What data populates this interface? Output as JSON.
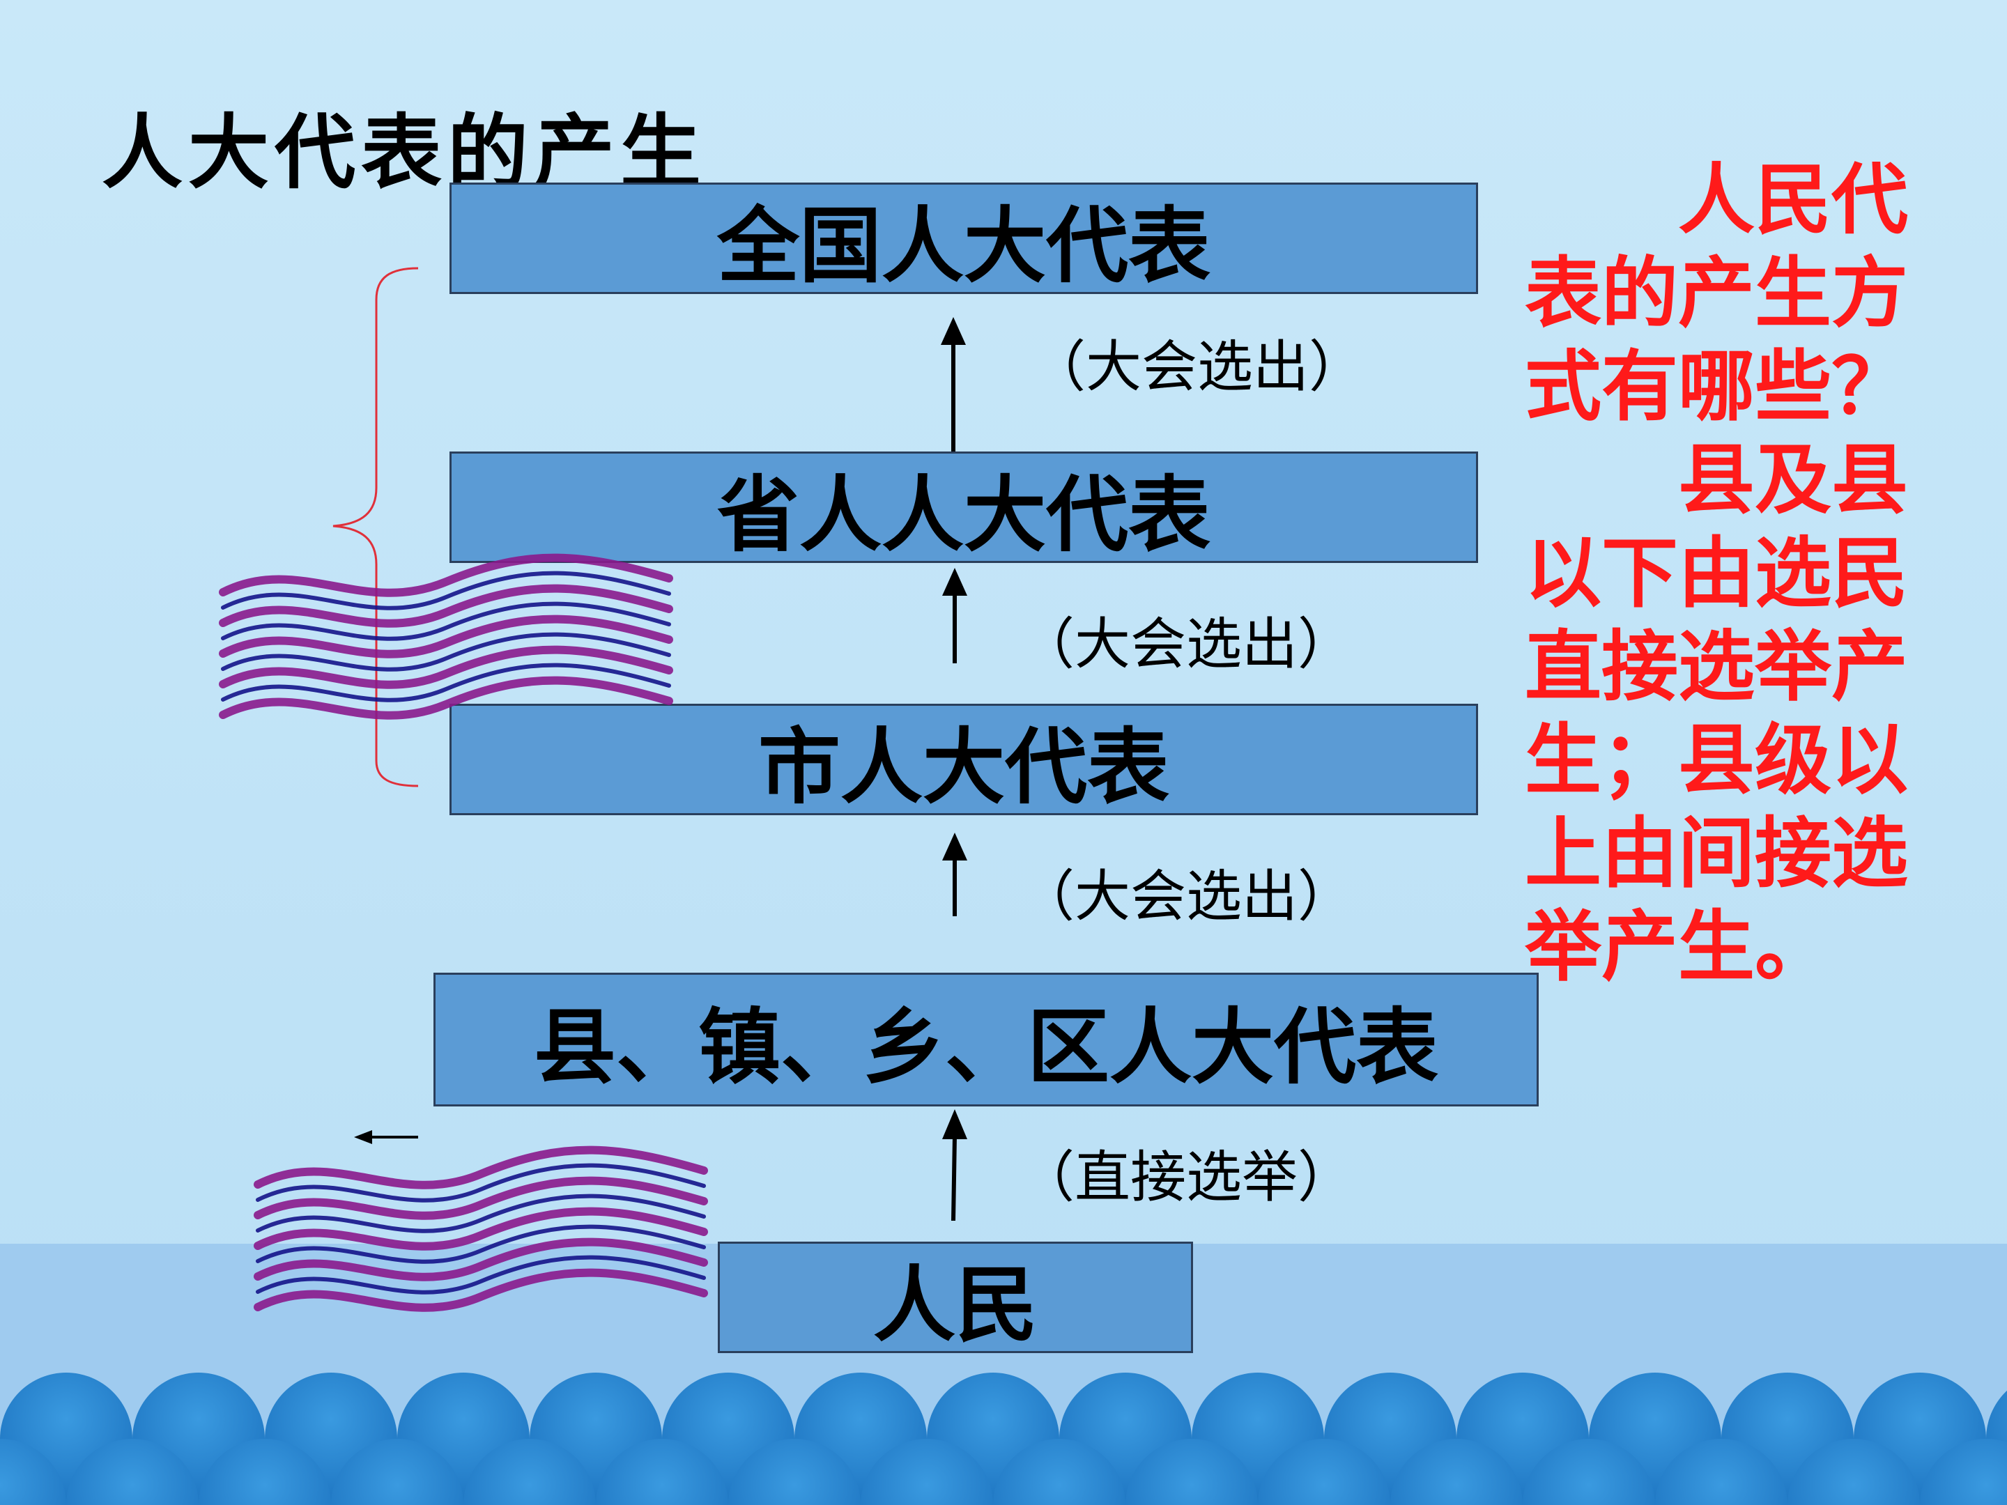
{
  "slide": {
    "title": "人大代表的产生",
    "levels": [
      {
        "label": "全国人大代表"
      },
      {
        "label": "省人人大代表"
      },
      {
        "label": "市人大代表"
      },
      {
        "label": "县、镇、乡、区人大代表"
      },
      {
        "label": "人民"
      }
    ],
    "methods": [
      "（大会选出）",
      "（大会选出）",
      "（大会选出）",
      "（直接选举）"
    ],
    "side_text": {
      "question": "人民代表的产生方式有哪些？",
      "answer": "县及县以下由选民直接选举产生；县级以上由间接选举产生。"
    }
  },
  "colors": {
    "box_fill": "#5b9bd5",
    "side_text": "#ff1a1a",
    "brace": "#e0303a",
    "wave_purple": "#8a1a8c",
    "wave_navy": "#14148a",
    "sea_dark": "#2a86cf"
  },
  "icons": [
    "up-arrow-icon",
    "left-arrow-icon",
    "brace-icon",
    "flag-wave-icon"
  ]
}
